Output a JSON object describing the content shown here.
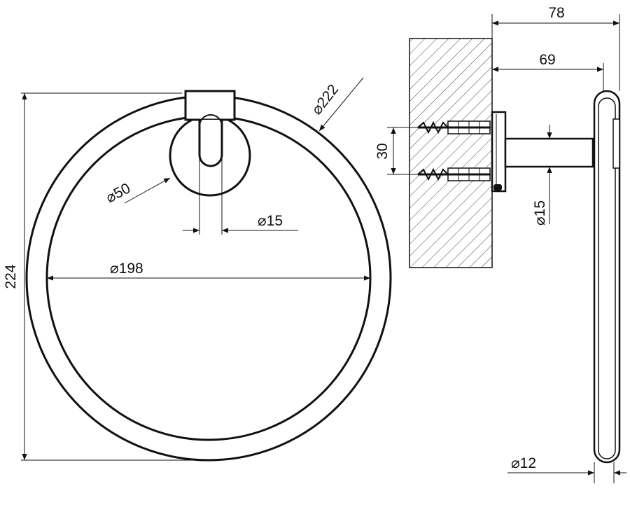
{
  "front_view": {
    "dim_diameter_222": "222",
    "dim_height_224": "224",
    "dim_diameter_198": "198",
    "dim_diameter_50": "50",
    "dim_diameter_15": "15"
  },
  "side_view": {
    "dim_depth_78": "78",
    "dim_depth_69": "69",
    "dim_spacing_30": "30",
    "dim_diameter_15": "15",
    "dim_diameter_12": "12"
  },
  "symbols": {
    "diameter": "⌀"
  }
}
